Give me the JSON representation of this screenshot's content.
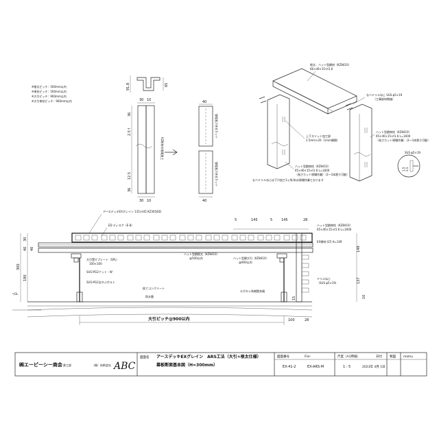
{
  "notes": {
    "pitch_lines": [
      "※根太ピッチ：500mm以内",
      "※束柱ピッチ：500mm以内",
      "※大引ピッチ：900mm以内",
      "※大引束柱ピッチ：900mm以内"
    ]
  },
  "profile_detail": {
    "dim_top_left": "91.8",
    "dim_top_right": "65",
    "dim_width_a": "30",
    "dim_width_b": "10",
    "dim_36_top": "36",
    "dim_length": "2.5↑",
    "dim_12_5": "12.5",
    "dim_36_bottom": "36",
    "dim_bottom_a": "30",
    "dim_bottom_b": "10",
    "process_label": "KZ断材の現場加工",
    "cut_width_top": "40",
    "cut_width_bottom": "40",
    "cut_label_top": "現場長さ合せカット",
    "cut_label_bottom": "現場長さ合せカット"
  },
  "iso_detail": {
    "label_joist": "根太：ハット型鋼材（KZ8410）",
    "label_joist_size": "66×40×15×t1.6",
    "label_screw_top": "なべドリルねじ SUS φ5×19",
    "label_screw_top_note": "（工事部材側施）",
    "label_slit": "上下スリット加工部",
    "label_slit_size": "2.5mm×20（1mm間隔）",
    "label_post_left": "ハット型鋼束柱（KZ8410）",
    "label_post_left_size": "65×40×15×t1.6 L=1600",
    "label_post_left_note": "（長さカット現場作業）（2〜3本割り可能）",
    "label_post_right": "ハット型鋼束柱（KZ8410）",
    "label_post_right_size": "65×40×15×t1.6 L=1600",
    "label_post_right_note": "（長さカット現場作業）（2〜3本割り可能）",
    "label_screw_bottom": "なべドリルねじは下穴加工1ヶ所/本は現場作業となります",
    "circle_label": "SUS φ5×19",
    "circle_dim_a": "1.5",
    "circle_dim_b": "3.5"
  },
  "section": {
    "label_deck": "アースデッキEXグレイン 135×t45 KZ305/ED",
    "label_disk": "ED ディスク（E-8）",
    "label_joist": "ハット型鋼根太（KZ8410）",
    "label_joist_pitch": "@500以内",
    "label_beam": "ハット型鋼大引（KZ8410）",
    "label_beam_pitch": "@900以内",
    "label_post_right": "ハット型鋼束柱（KZ8410）",
    "label_post_right_size": "65×40×15×t1.6 L=1600",
    "label_angle": "EX側材 t25 H=149",
    "label_screw": "ドリルねじ",
    "label_screw_size": "（SUS φ5×19）",
    "label_plate": "大引受けプレート（SPL）",
    "label_plate_size": "100×100",
    "label_nut": "SUS M12ナット・W",
    "label_bolt": "SUS M12全ネジボルト",
    "label_concrete": "捨てコンクリート",
    "label_waterproof": "防水層",
    "label_anchor": "エポキシ系樹脂充填",
    "label_gl": "▽GL",
    "dim_30": "30",
    "dim_40a": "40",
    "dim_40b": "40",
    "dim_300": "300",
    "dim_190": "190",
    "dim_5a": "5",
    "dim_145a": "145",
    "dim_5b": "5",
    "dim_145b": "145",
    "dim_28a": "28",
    "dim_149": "149",
    "dim_137": "137",
    "dim_10": "10",
    "dim_15": "15",
    "dim_28b": "28",
    "dim_pitch": "大引ピッチ@900以内",
    "dim_100": "100"
  },
  "title_block": {
    "company": "㈱エーピーシー商会",
    "dept": "鉄工部",
    "sub_company": "（株）技術会社",
    "label_drawing_name": "図面名",
    "drawing_title_1": "アースデッキEXグレイン　ARS工法（大引+根太仕様）",
    "drawing_title_2": "幕板断面基本図（H=300mm）",
    "label_drawing_no": "図面番号",
    "drawing_no": "EX-41-2",
    "label_file": "File:",
    "file_name": "EX-ARS-M",
    "label_scale": "尺度（A3用紙）",
    "scale": "1 : 5",
    "label_date": "日付",
    "date": "2023年 4月 1日",
    "label_drawn": "製図",
    "drawn_by": "matsu"
  }
}
